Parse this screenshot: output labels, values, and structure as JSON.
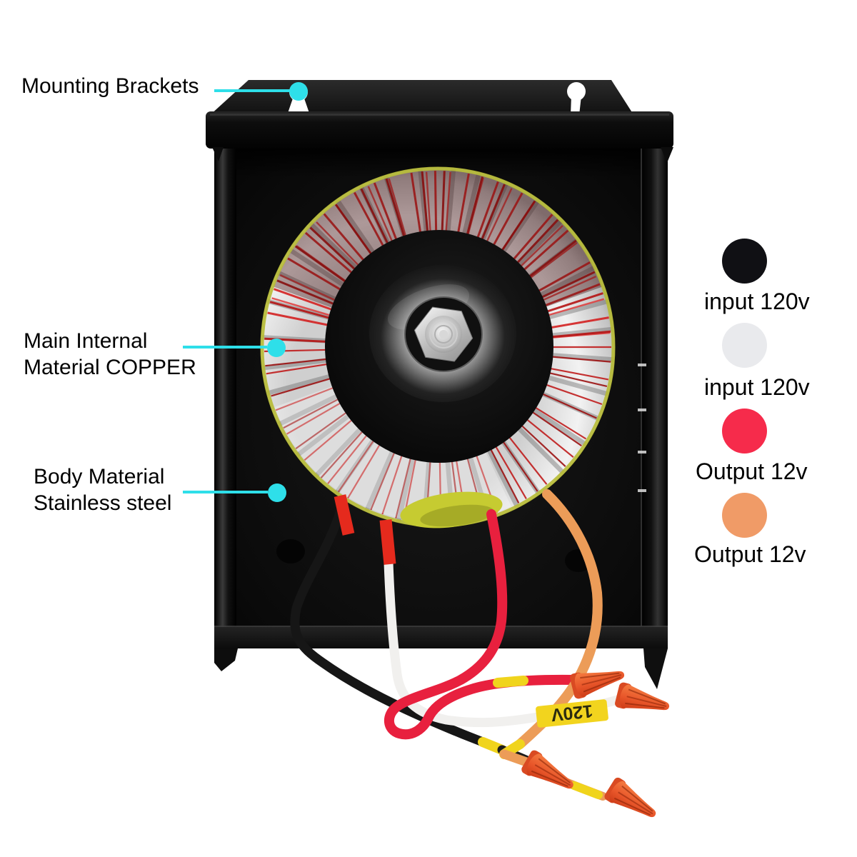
{
  "accent_color": "#2EDFE9",
  "callouts": {
    "mounting_brackets": {
      "label": "Mounting Brackets"
    },
    "main_internal": {
      "line1": "Main Internal",
      "line2": "Material COPPER"
    },
    "body_material": {
      "line1": "Body Material",
      "line2": "Stainless steel"
    }
  },
  "legend": {
    "items": [
      {
        "label": "input 120v",
        "color": "#101014"
      },
      {
        "label": "input 120v",
        "color": "#E9EAED"
      },
      {
        "label": "Output 12v",
        "color": "#F62B4B"
      },
      {
        "label": "Output 12v",
        "color": "#F09B67"
      }
    ]
  },
  "wire_tag": {
    "text": "120V",
    "bg": "#F2D41E"
  },
  "wires": [
    {
      "name": "input-hot",
      "color": "#161616"
    },
    {
      "name": "input-neutral",
      "color": "#F1F0EE"
    },
    {
      "name": "output-a",
      "color": "#E8203E"
    },
    {
      "name": "output-b",
      "color": "#EC9C58"
    }
  ]
}
